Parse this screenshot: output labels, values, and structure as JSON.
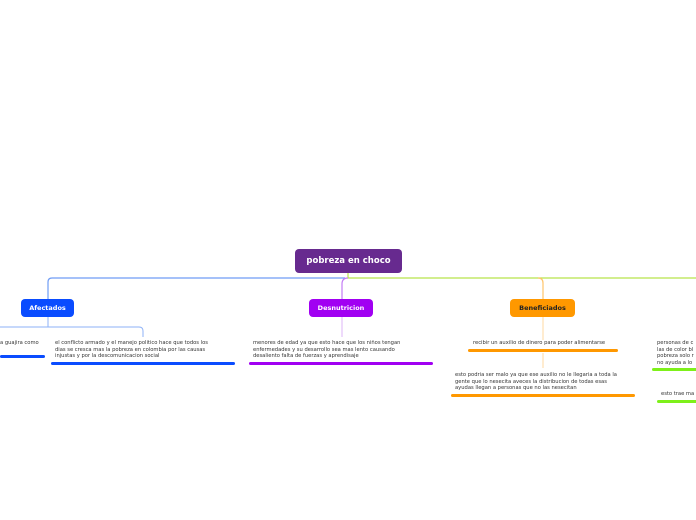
{
  "colors": {
    "root": "#672a8f",
    "afectados": "#0a4cff",
    "desnutricion": "#a100f2",
    "beneficiados": "#ff9800",
    "green": "#7ef01a"
  },
  "root": {
    "label": "pobreza en choco"
  },
  "branches": [
    {
      "label": "Afectados",
      "children": [
        "a guajira como",
        "el conflicto armado y el manejo politico hace que todos los\ndias se cresca mas la pobreza en colombia por las causas\ninjustas y por la descomunicacion social"
      ]
    },
    {
      "label": "Desnutricion",
      "children": [
        "menores de edad ya que esto hace que los niños tengan\nenfermedades y su desarrollo sea mas lento causando\ndesaliento falta de fuerzas y aprendisaje"
      ]
    },
    {
      "label": "Beneficiados",
      "children": [
        "recibir un auxilio de dinero para poder alimentarse",
        "esto podria ser malo ya que ese auxilio no le llegaria a toda la\ngente que lo nesecita aveces la distribucion de todas esas\nayudas llegan a personas que no las nesecitan"
      ]
    },
    {
      "children": [
        "personas de c\nlas de color bl\npobreza solo r\nno ayuda a lo",
        "esto trae ma"
      ]
    }
  ]
}
